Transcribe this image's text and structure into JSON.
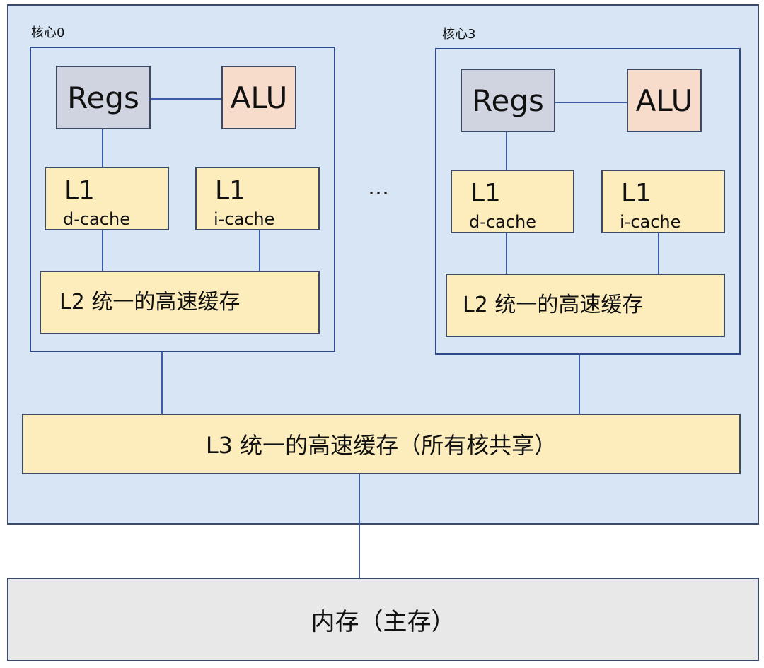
{
  "chip": {
    "cores": [
      {
        "label": "核心0",
        "regs": "Regs",
        "alu": "ALU",
        "l1d": {
          "name": "L1",
          "sub": "d-cache"
        },
        "l1i": {
          "name": "L1",
          "sub": "i-cache"
        },
        "l2": {
          "name": "L2",
          "desc": "统一的高速缓存"
        }
      },
      {
        "label": "核心3",
        "regs": "Regs",
        "alu": "ALU",
        "l1d": {
          "name": "L1",
          "sub": "d-cache"
        },
        "l1i": {
          "name": "L1",
          "sub": "i-cache"
        },
        "l2": {
          "name": "L2",
          "desc": "统一的高速缓存"
        }
      }
    ],
    "ellipsis": "…",
    "l3": "L3 统一的高速缓存（所有核共享）"
  },
  "memory": "内存（主存）",
  "colors": {
    "chip_bg": "#d7e5f4",
    "regs": "#cfd4e0",
    "alu": "#f7dccb",
    "cache": "#fdedbc",
    "memory": "#e8e8e8",
    "connector": "#3b5ba8"
  }
}
